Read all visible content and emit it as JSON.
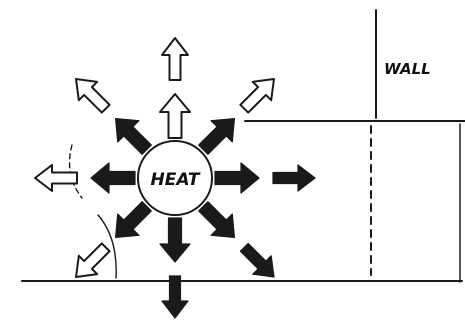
{
  "labels": {
    "center": "HEAT",
    "wall": "WALL"
  },
  "colors": {
    "ink": "#1a1a1a",
    "paper": "#ffffff"
  },
  "arrows": {
    "inner": [
      {
        "id": "inner-up",
        "angle": -90,
        "fill": "outline"
      },
      {
        "id": "inner-up-right",
        "angle": -45,
        "fill": "solid"
      },
      {
        "id": "inner-right",
        "angle": 0,
        "fill": "solid"
      },
      {
        "id": "inner-down-right",
        "angle": 45,
        "fill": "solid"
      },
      {
        "id": "inner-down",
        "angle": 90,
        "fill": "solid"
      },
      {
        "id": "inner-down-left",
        "angle": 135,
        "fill": "solid"
      },
      {
        "id": "inner-left",
        "angle": 180,
        "fill": "solid"
      },
      {
        "id": "inner-up-left",
        "angle": 225,
        "fill": "solid"
      }
    ],
    "outer": [
      {
        "id": "outer-up",
        "angle": -90,
        "fill": "outline"
      },
      {
        "id": "outer-up-right",
        "angle": -45,
        "fill": "outline"
      },
      {
        "id": "outer-right",
        "angle": 0,
        "fill": "solid"
      },
      {
        "id": "outer-down-right",
        "angle": 45,
        "fill": "solid"
      },
      {
        "id": "outer-down",
        "angle": 90,
        "fill": "solid"
      },
      {
        "id": "outer-down-left",
        "angle": 135,
        "fill": "outline"
      },
      {
        "id": "outer-left",
        "angle": 180,
        "fill": "outline"
      },
      {
        "id": "outer-up-left",
        "angle": 225,
        "fill": "outline"
      }
    ]
  }
}
